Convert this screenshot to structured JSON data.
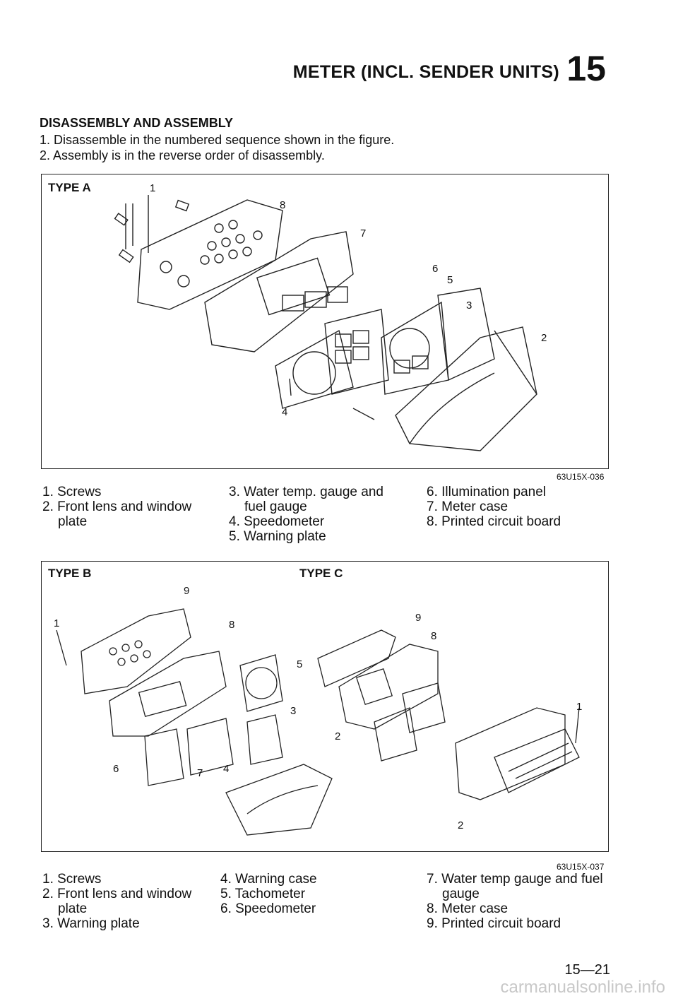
{
  "header": {
    "title": "METER (INCL. SENDER UNITS)",
    "section_number": "15"
  },
  "section_title": "DISASSEMBLY AND ASSEMBLY",
  "steps": [
    "1. Disassemble in the numbered sequence shown in the figure.",
    "2. Assembly is in the reverse order of disassembly."
  ],
  "figure_a": {
    "label": "TYPE A",
    "code": "63U15X-036",
    "callouts": [
      "1",
      "2",
      "3",
      "4",
      "5",
      "6",
      "7",
      "8"
    ],
    "legend": {
      "col1": [
        "1. Screws",
        "2. Front lens and window",
        "plate"
      ],
      "col2": [
        "3. Water temp. gauge and",
        "fuel gauge",
        "4. Speedometer",
        "5. Warning plate"
      ],
      "col3": [
        "6. Illumination panel",
        "7. Meter case",
        "8. Printed circuit board"
      ]
    }
  },
  "figure_bc": {
    "label_b": "TYPE B",
    "label_c": "TYPE C",
    "code": "63U15X-037",
    "callouts_b": [
      "1",
      "9",
      "8",
      "5",
      "3",
      "2",
      "6",
      "7",
      "4"
    ],
    "callouts_c": [
      "9",
      "8",
      "1",
      "2"
    ],
    "legend": {
      "col1": [
        "1. Screws",
        "2. Front lens and window",
        "plate",
        "3. Warning plate"
      ],
      "col2": [
        "4. Warning case",
        "5. Tachometer",
        "6. Speedometer"
      ],
      "col3": [
        "7. Water temp gauge and fuel",
        "gauge",
        "8. Meter case",
        "9. Printed circuit board"
      ]
    }
  },
  "page_number": "15—21",
  "watermark": "carmanualsonline.info"
}
